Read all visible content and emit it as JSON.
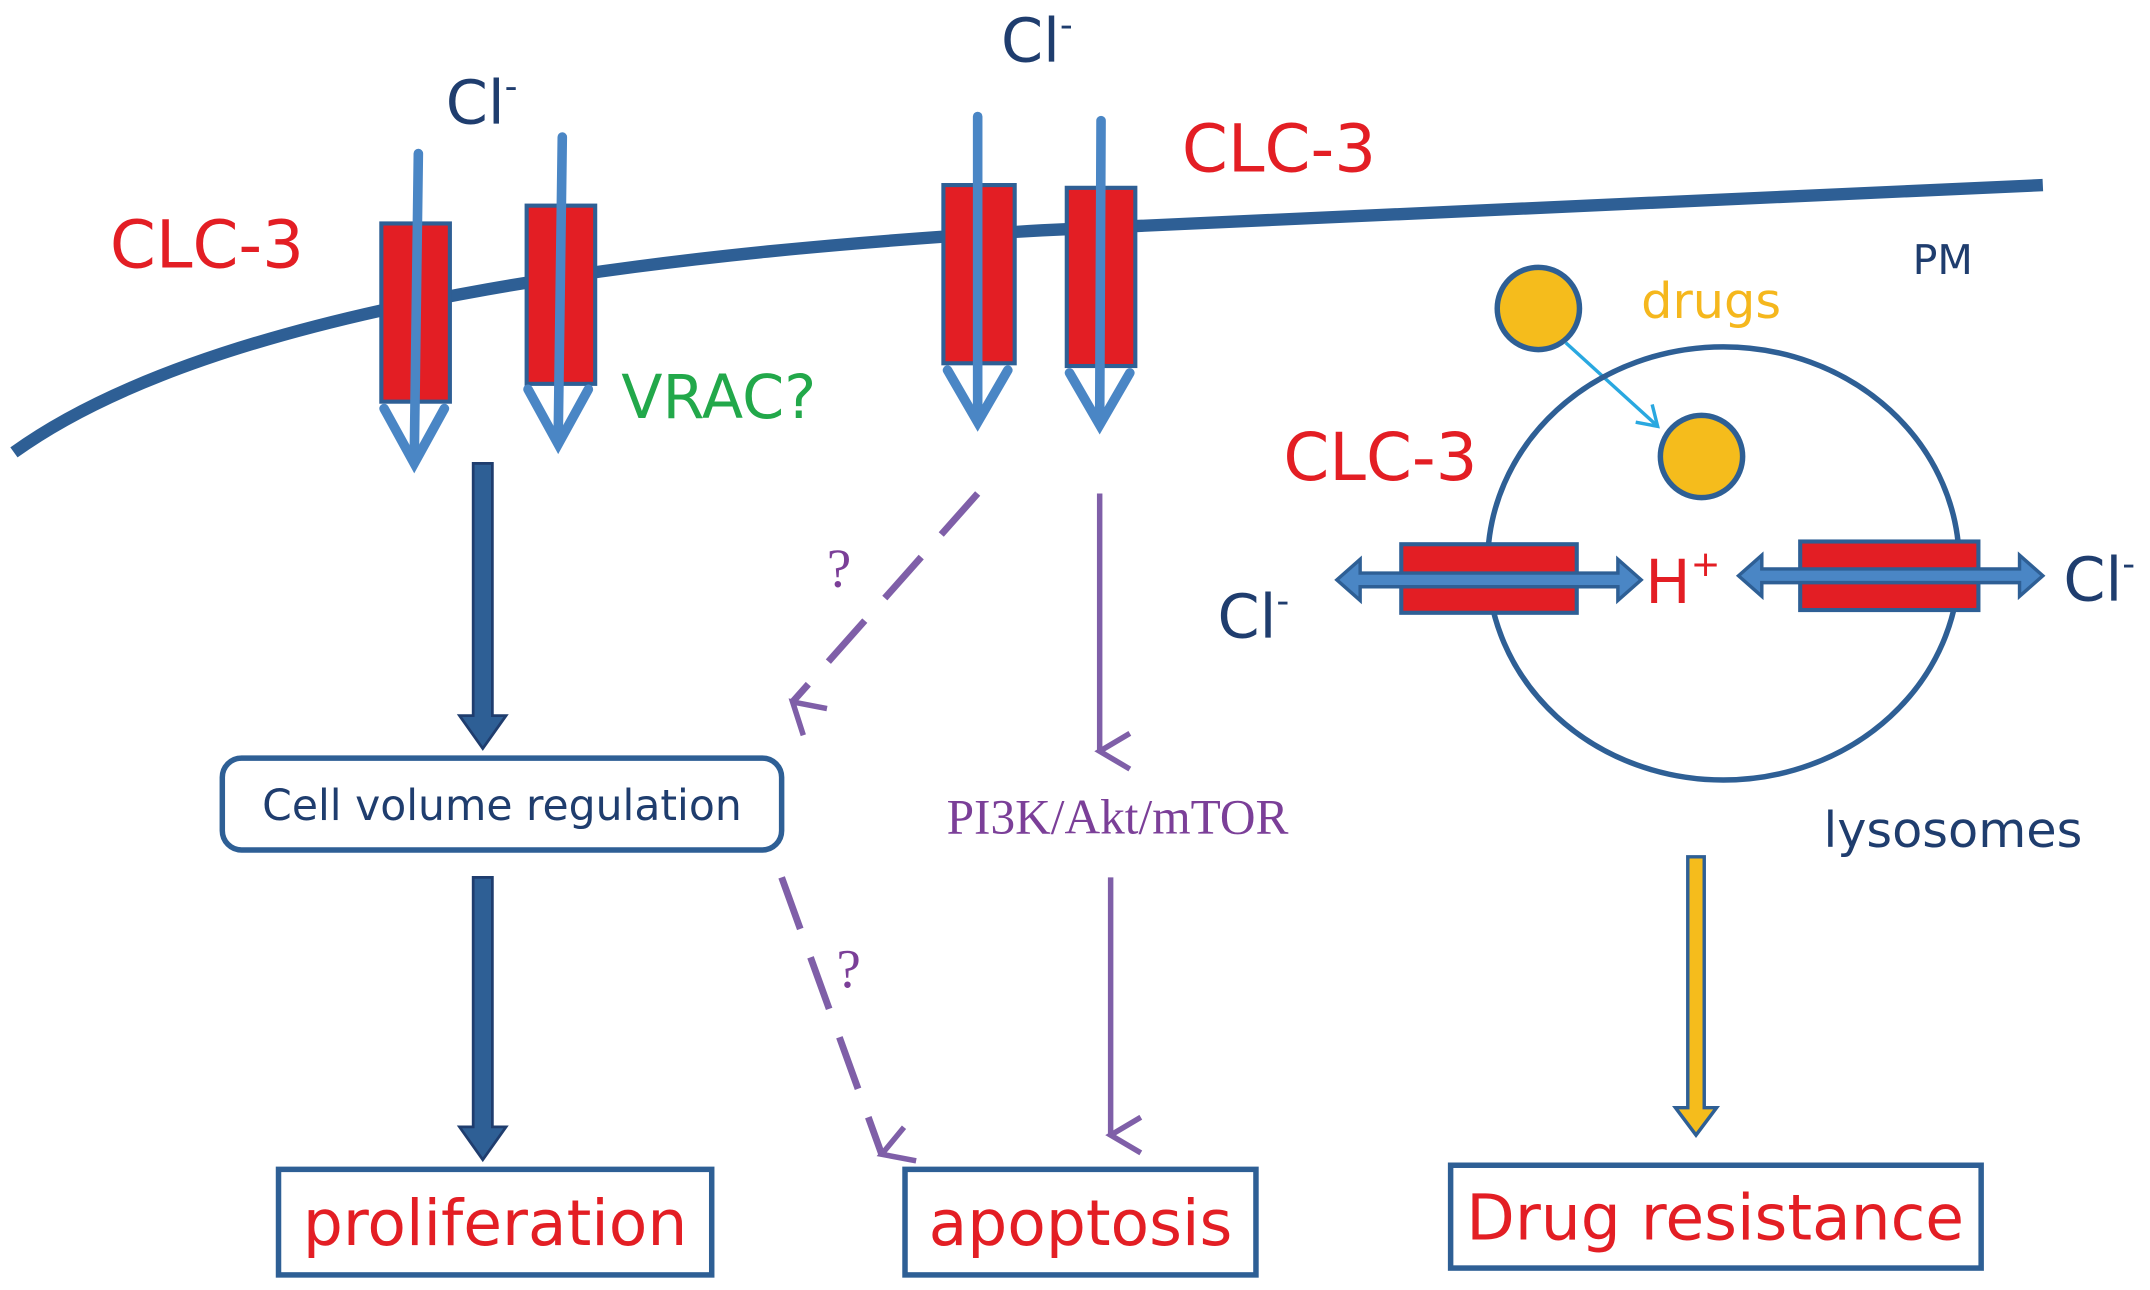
{
  "labels": {
    "chloride": "Cl",
    "chloride_charge": "-",
    "clc3": "CLC-3",
    "vrac": "VRAC?",
    "pm": "PM",
    "drugs": "drugs",
    "proton": "H",
    "proton_charge": "+",
    "lysosomes": "lysosomes",
    "question": "?",
    "cell_volume_regulation": "Cell volume regulation",
    "pathway": "PI3K/Akt/mTOR",
    "proliferation": "proliferation",
    "apoptosis": "apoptosis",
    "drug_resistance": "Drug resistance"
  },
  "colors": {
    "membrane": "#2e5f95",
    "channel": "#e31e24",
    "ion_arrow": "#4a86c5",
    "text_navy": "#1f3d6e",
    "clc3_text": "#e31e24",
    "vrac_text": "#22a84a",
    "drug": "#f5bc1c",
    "drug_arrow": "#29a8e0",
    "purple": "#7f5fa8",
    "pathway_text": "#7b3f98"
  }
}
